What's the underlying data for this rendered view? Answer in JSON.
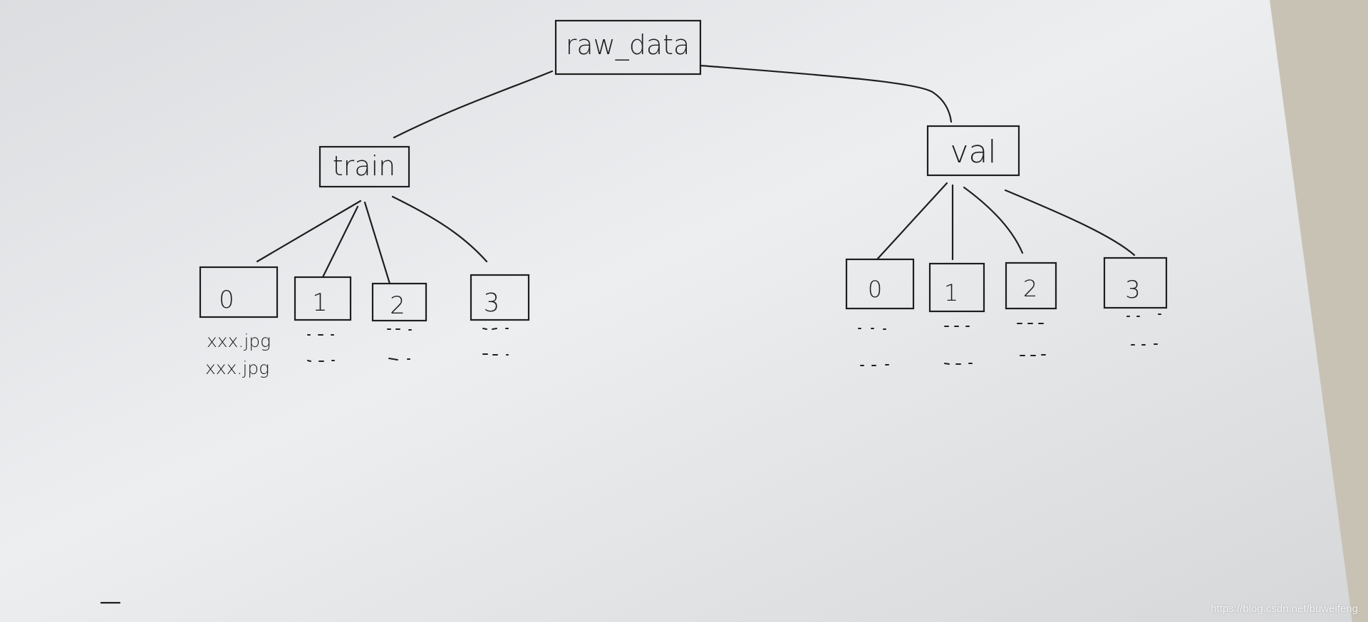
{
  "diagram": {
    "root": {
      "label": "raw_data"
    },
    "branches": [
      {
        "label": "train",
        "children": [
          "0",
          "1",
          "2",
          "3"
        ]
      },
      {
        "label": "val",
        "children": [
          "0",
          "1",
          "2",
          "3"
        ]
      }
    ],
    "file_examples": [
      "xxx.jpg",
      "xxx.jpg"
    ]
  },
  "watermark": "https://blog.csdn.net/buweifeng",
  "colors": {
    "ink": "#1e1e1e",
    "paper": "#e6e7e9",
    "background": "#c8c2b5"
  }
}
